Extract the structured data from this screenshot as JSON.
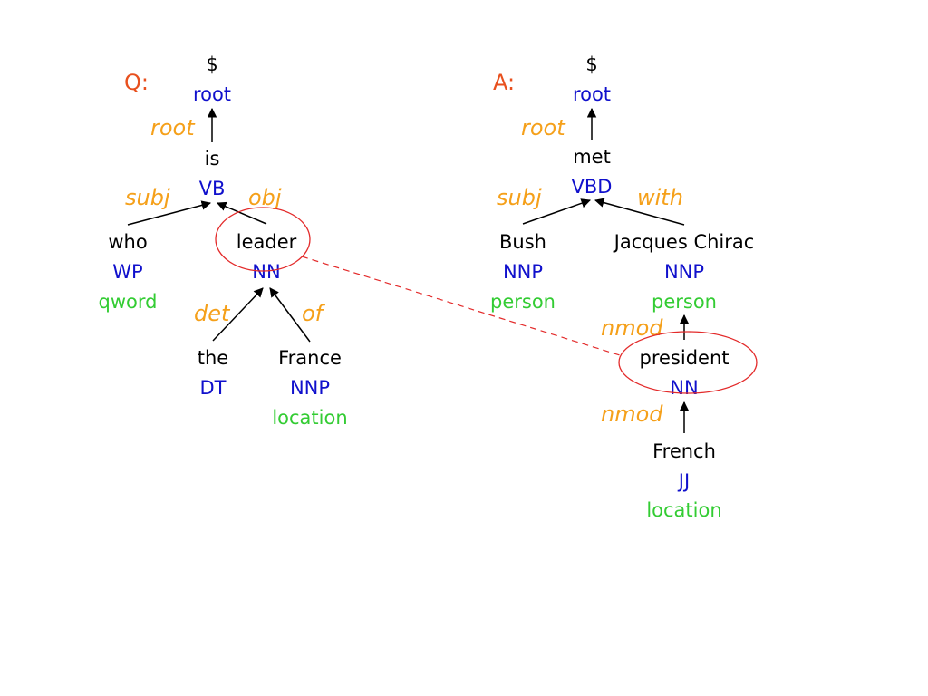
{
  "question": {
    "header": "Q:",
    "root_symbol": "$",
    "root_tag": "root",
    "root_rel": "root",
    "verb": {
      "word": "is",
      "pos": "VB"
    },
    "subj_rel": "subj",
    "obj_rel": "obj",
    "subject": {
      "word": "who",
      "pos": "WP",
      "entity": "qword"
    },
    "object": {
      "word": "leader",
      "pos": "NN"
    },
    "det_rel": "det",
    "of_rel": "of",
    "det": {
      "word": "the",
      "pos": "DT"
    },
    "pobj": {
      "word": "France",
      "pos": "NNP",
      "entity": "location"
    }
  },
  "answer": {
    "header": "A:",
    "root_symbol": "$",
    "root_tag": "root",
    "root_rel": "root",
    "verb": {
      "word": "met",
      "pos": "VBD"
    },
    "subj_rel": "subj",
    "with_rel": "with",
    "subject": {
      "word": "Bush",
      "pos": "NNP",
      "entity": "person"
    },
    "object": {
      "word": "Jacques Chirac",
      "pos": "NNP",
      "entity": "person"
    },
    "nmod_rel_1": "nmod",
    "modifier": {
      "word": "president",
      "pos": "NN"
    },
    "nmod_rel_2": "nmod",
    "adj": {
      "word": "French",
      "pos": "JJ",
      "entity": "location"
    }
  },
  "colors": {
    "word": "#000000",
    "pos_tag": "#1010cc",
    "entity": "#33cc33",
    "relation": "#f5a01a",
    "header": "#e8501e",
    "highlight": "#e32b2b"
  }
}
